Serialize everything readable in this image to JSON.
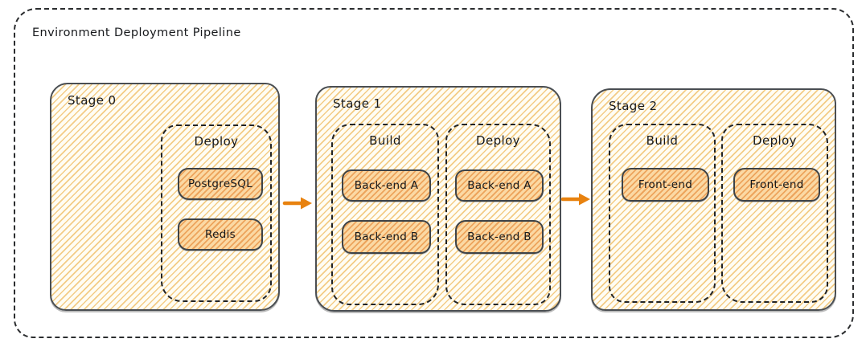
{
  "title": "Environment Deployment Pipeline",
  "colors": {
    "arrow": "#e8820f",
    "stage_fill_line": "#f3cc86",
    "stage_fill_bg": "#fffdf4",
    "item_fill_line": "#eda45c",
    "item_fill_bg": "#fbd9a4",
    "stage_border": "#4a4e52",
    "dashed_border": "#222426",
    "text": "#17191c"
  },
  "stages": [
    {
      "label": "Stage 0",
      "groups": [
        {
          "label": "Deploy",
          "items": [
            "PostgreSQL",
            "Redis"
          ]
        }
      ]
    },
    {
      "label": "Stage 1",
      "groups": [
        {
          "label": "Build",
          "items": [
            "Back-end A",
            "Back-end B"
          ]
        },
        {
          "label": "Deploy",
          "items": [
            "Back-end A",
            "Back-end B"
          ]
        }
      ]
    },
    {
      "label": "Stage 2",
      "groups": [
        {
          "label": "Build",
          "items": [
            "Front-end"
          ]
        },
        {
          "label": "Deploy",
          "items": [
            "Front-end"
          ]
        }
      ]
    }
  ],
  "arrows": [
    {
      "name": "stage0-to-stage1",
      "direction": "right"
    },
    {
      "name": "stage1-to-stage2",
      "direction": "right"
    }
  ]
}
